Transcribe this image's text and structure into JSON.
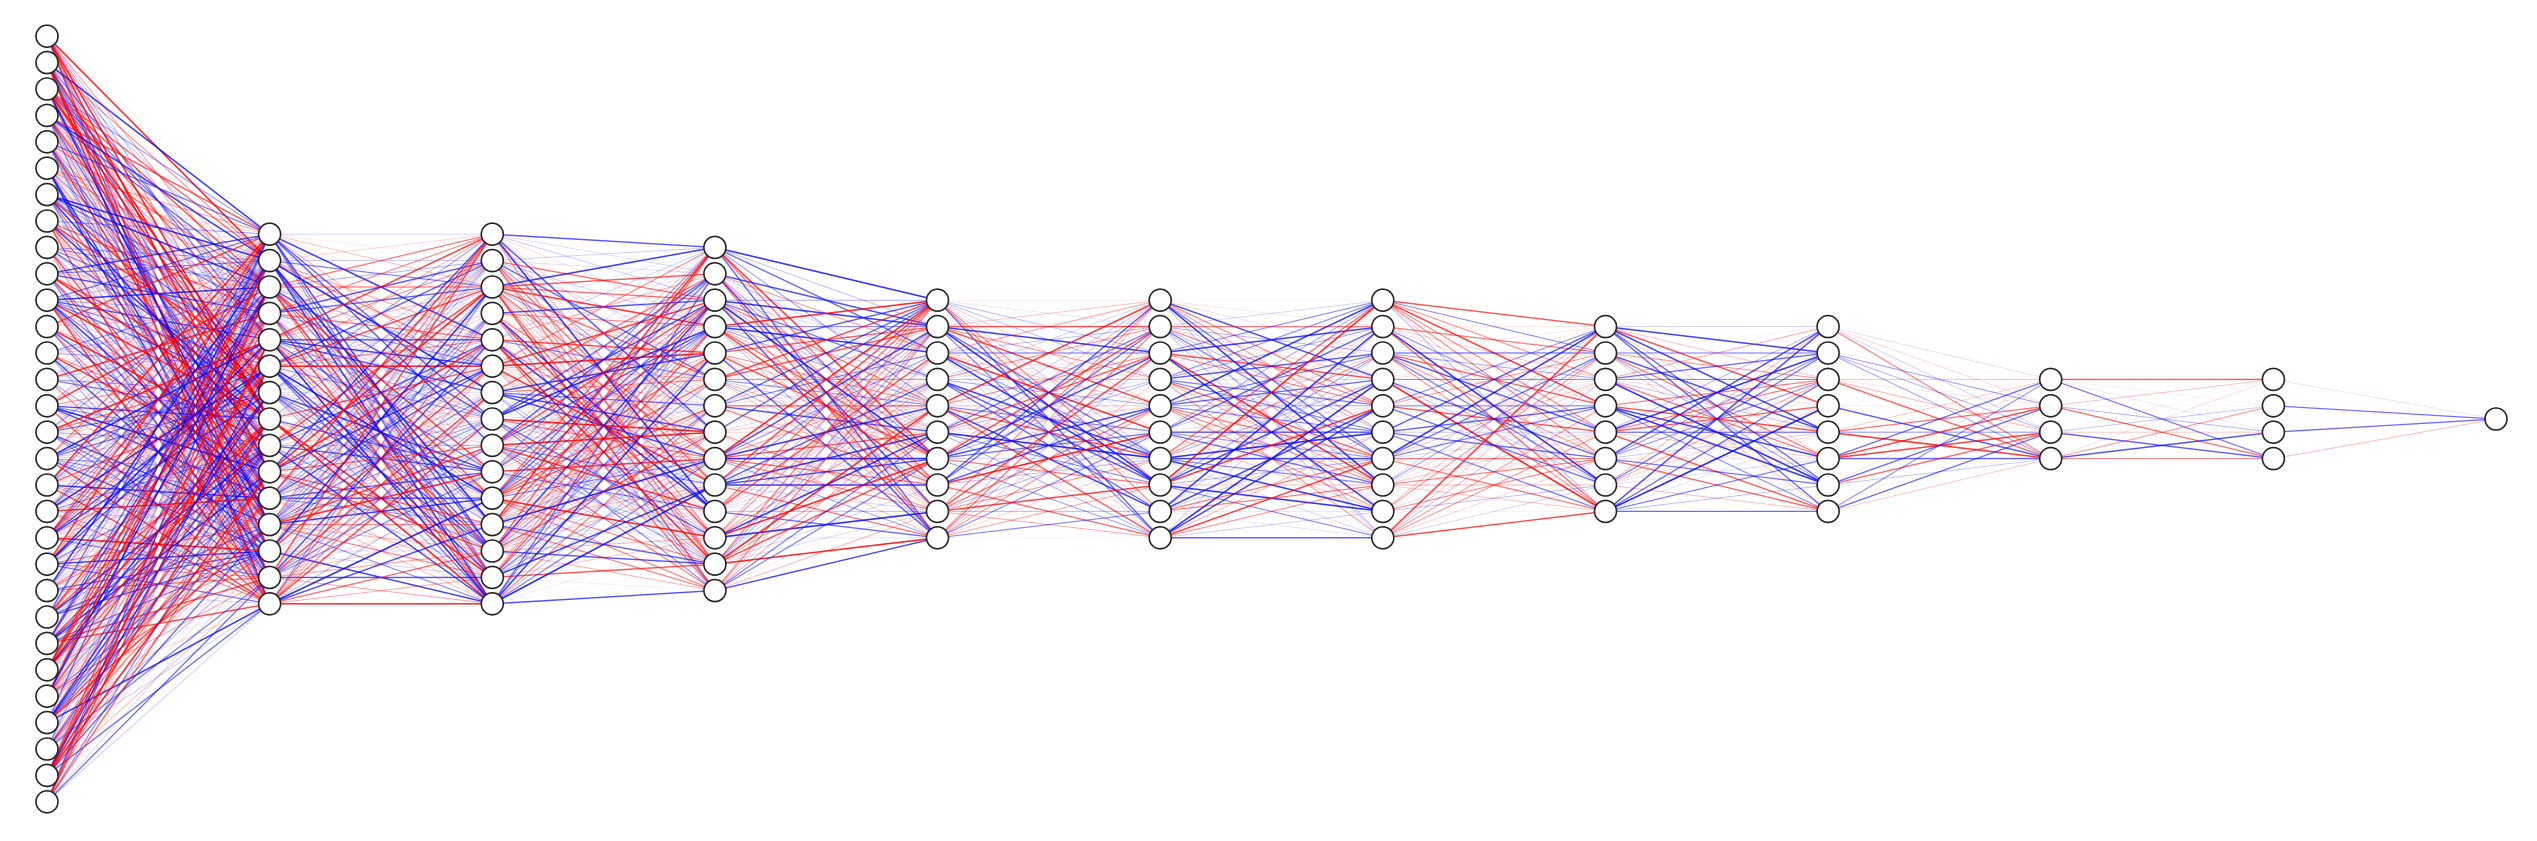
{
  "diagram": {
    "type": "neural-network",
    "layer_sizes": [
      30,
      15,
      15,
      14,
      10,
      10,
      10,
      8,
      8,
      4,
      4,
      1
    ],
    "colors": {
      "positive_weight": "#ff0000",
      "negative_weight": "#0000ff",
      "node_fill": "#ffffff",
      "node_stroke": "#222222",
      "background": "#ffffff"
    }
  }
}
